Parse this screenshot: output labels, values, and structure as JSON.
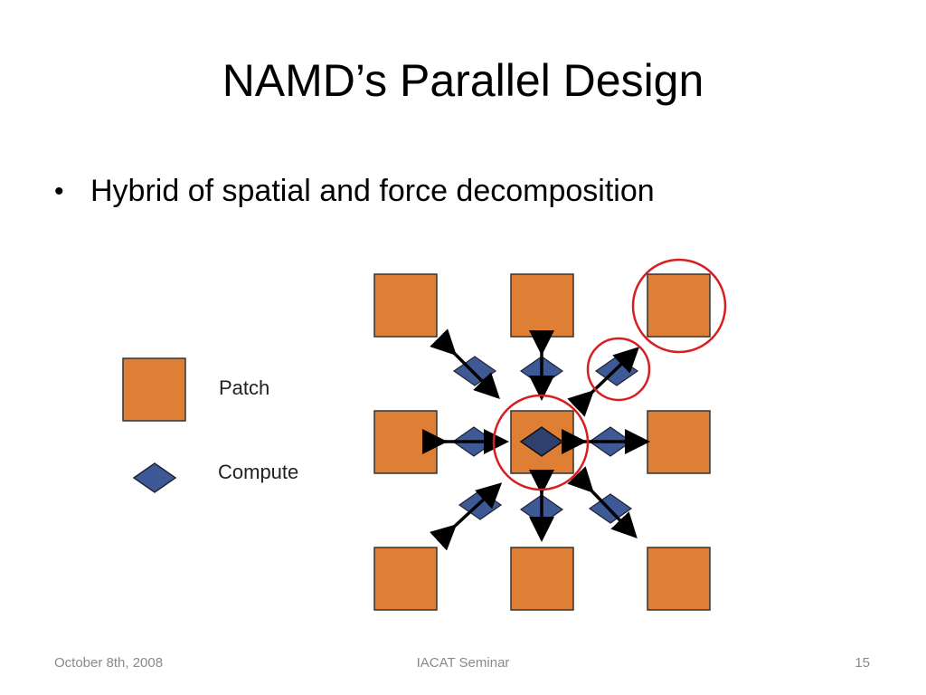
{
  "slide": {
    "title": "NAMD’s Parallel Design",
    "bullet": "Hybrid of spatial and force decomposition"
  },
  "legend": {
    "patch_label": "Patch",
    "compute_label": "Compute"
  },
  "footer": {
    "date": "October 8th, 2008",
    "event": "IACAT Seminar",
    "page_number": "15"
  },
  "colors": {
    "patch_fill": "#de7f35",
    "compute_fill": "#3d5a96",
    "compute_center_fill": "#2f3f6e",
    "highlight_circle": "#d62020",
    "arrow": "#000000"
  }
}
